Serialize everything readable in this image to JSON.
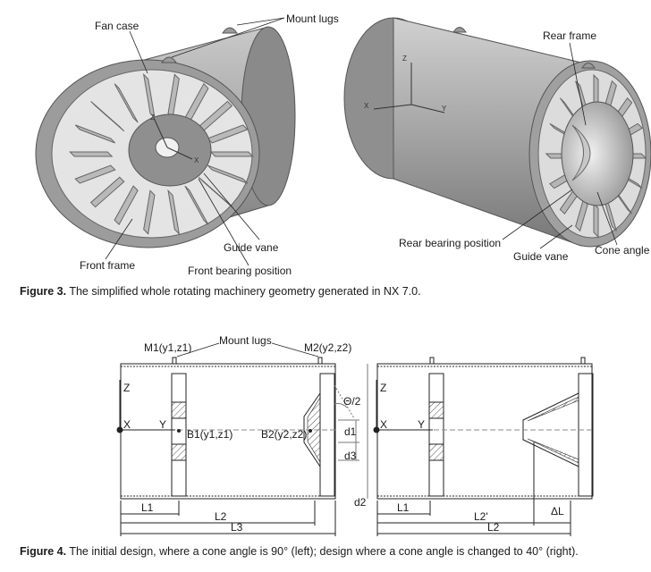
{
  "figure3": {
    "labels": {
      "fan_case": "Fan case",
      "mount_lugs": "Mount lugs",
      "rear_frame": "Rear frame",
      "front_frame": "Front frame",
      "front_bearing": "Front bearing position",
      "guide_vane_left": "Guide vane",
      "rear_bearing": "Rear bearing position",
      "guide_vane_right": "Guide vane",
      "cone_angle": "Cone angle"
    },
    "axes": {
      "x": "X",
      "y": "Y",
      "z": "Z"
    },
    "caption_label": "Figure 3.",
    "caption_text": " The simplified whole rotating machinery geometry generated in NX 7.0."
  },
  "figure4": {
    "labels": {
      "mount_lugs": "Mount lugs",
      "m1": "M1(y1,z1)",
      "m2": "M2(y2,z2)",
      "b1": "B1(y1,z1)",
      "b2": "B2(y2,z2)",
      "theta": "Θ/2",
      "d1": "d1",
      "d2": "d2",
      "d3": "d3",
      "z": "Z",
      "x": "X",
      "y": "Y",
      "l1": "L1",
      "l2": "L2",
      "l3": "L3",
      "l2_prime": "L2'",
      "delta_l": "ΔL",
      "z_right": "Z",
      "x_right": "X",
      "y_right": "Y",
      "l1_right": "L1",
      "l2_right": "L2"
    },
    "caption_label": "Figure 4.",
    "caption_text": " The initial design, where a cone angle is 90° (left); design where a cone angle is changed to 40° (right)."
  }
}
